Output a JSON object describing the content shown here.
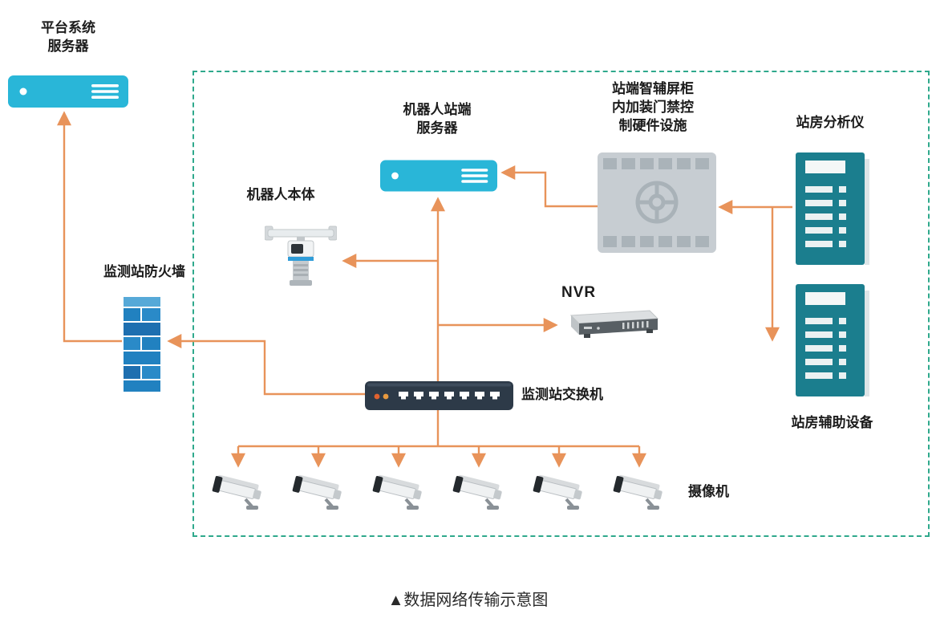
{
  "diagram": {
    "caption": "▲数据网络传输示意图",
    "nodes": {
      "platform_server": {
        "label": "平台系统\n服务器",
        "icon": "server-icon"
      },
      "robot_server": {
        "label": "机器人站端\n服务器",
        "icon": "server-icon"
      },
      "cabinet": {
        "label": "站端智辅屏柜\n内加装门禁控\n制硬件设施",
        "icon": "cabinet-panel-icon"
      },
      "analyzer": {
        "label": "站房分析仪",
        "icon": "equipment-rack-icon"
      },
      "auxiliary": {
        "label": "站房辅助设备",
        "icon": "equipment-rack-icon"
      },
      "robot_body": {
        "label": "机器人本体",
        "icon": "robot-icon"
      },
      "nvr": {
        "label": "NVR",
        "icon": "nvr-icon"
      },
      "firewall": {
        "label": "监测站防火墙",
        "icon": "firewall-brick-icon"
      },
      "switch": {
        "label": "监测站交换机",
        "icon": "network-switch-icon"
      },
      "cameras": {
        "label": "摄像机",
        "icon": "camera-icon",
        "count": 6
      }
    },
    "edges": [
      {
        "from": "firewall",
        "to": "platform_server"
      },
      {
        "from": "switch",
        "to": "firewall"
      },
      {
        "from": "switch",
        "to": "robot_server"
      },
      {
        "from": "switch",
        "to": "robot_body"
      },
      {
        "from": "switch",
        "to": "nvr"
      },
      {
        "from": "cabinet",
        "to": "robot_server"
      },
      {
        "from": "analyzer",
        "to": "cabinet"
      },
      {
        "from": "analyzer",
        "to": "auxiliary"
      },
      {
        "from": "switch",
        "to": "cameras"
      }
    ],
    "colors": {
      "arrow": "#E8935A",
      "boundary": "#2FA98C",
      "server": "#29B6D8",
      "rack": "#1B7E8E",
      "firewall": "#2181C0",
      "switch_body": "#2D3A48",
      "cabinet": "#C7CDD2"
    }
  }
}
